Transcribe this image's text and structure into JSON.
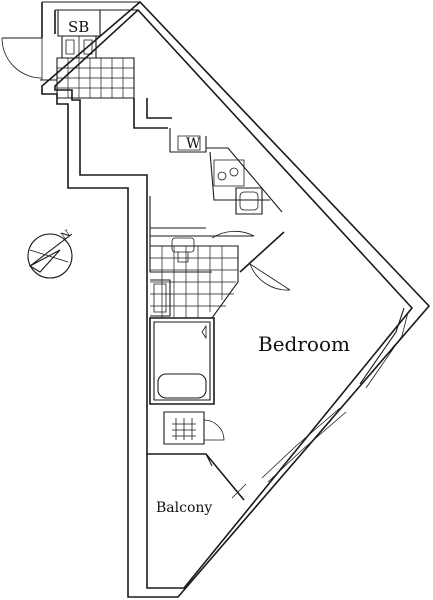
{
  "labels": {
    "sb": "SB",
    "w": "W",
    "bedroom": "Bedroom",
    "balcony": "Balcony",
    "north": "N"
  },
  "colors": {
    "line": "#1a1a1a",
    "background": "#ffffff"
  }
}
